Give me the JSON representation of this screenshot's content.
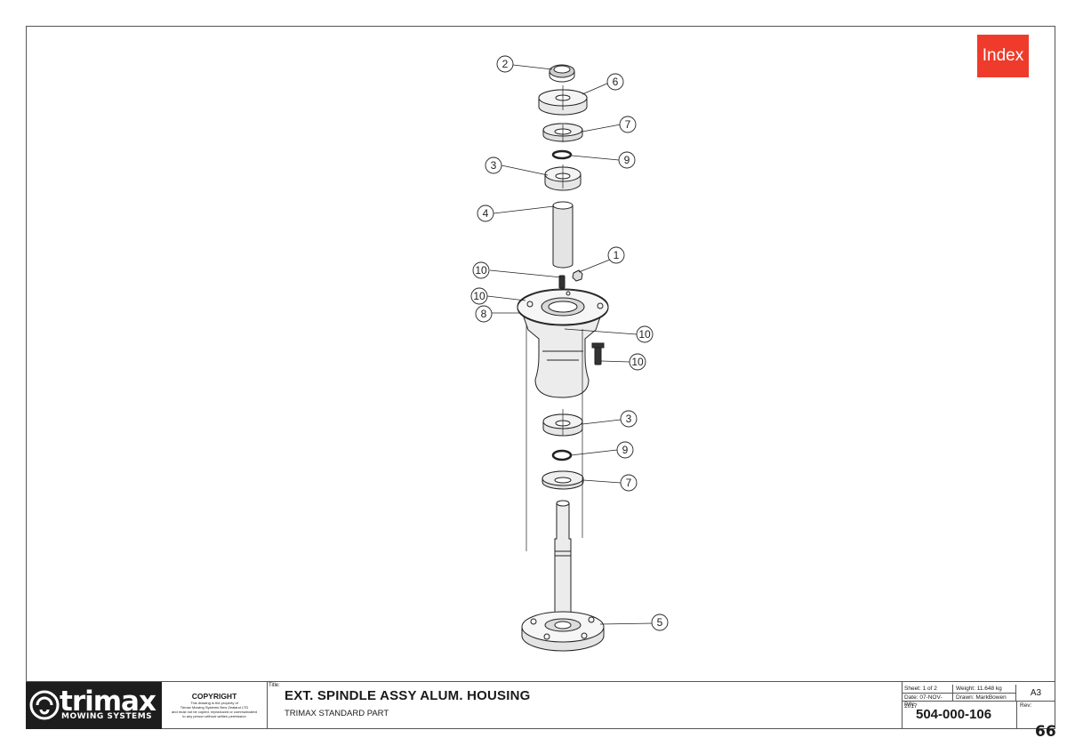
{
  "index_button": {
    "label": "Index",
    "color": "#ef3b2c"
  },
  "balloons": [
    "2",
    "6",
    "7",
    "9",
    "3",
    "4",
    "1",
    "10",
    "10",
    "8",
    "10",
    "10",
    "3",
    "9",
    "7",
    "5"
  ],
  "title_block": {
    "logo": {
      "name": "trimax",
      "sub": "MOWING SYSTEMS"
    },
    "copyright": {
      "heading": "COPYRIGHT",
      "lines": [
        "This drawing is the property of",
        "Trimax Mowing Systems New Zealand LTD",
        "and must not be copied, reproduced or communicated",
        "to any person without written permission"
      ]
    },
    "title_caption": "Title:",
    "title": "EXT. SPINDLE ASSY ALUM. HOUSING",
    "subtitle": "TRIMAX STANDARD PART",
    "sheet": "Sheet: 1 of 2",
    "weight": "Weight: 11.648 kg",
    "date": "Date: 07-NOV-2017",
    "drawn": "Drawn: MarkBowen",
    "size": "A3",
    "pn_caption": "P/N:",
    "part_number": "504-000-106",
    "rev_caption": "Rev:"
  },
  "page_number": "66"
}
